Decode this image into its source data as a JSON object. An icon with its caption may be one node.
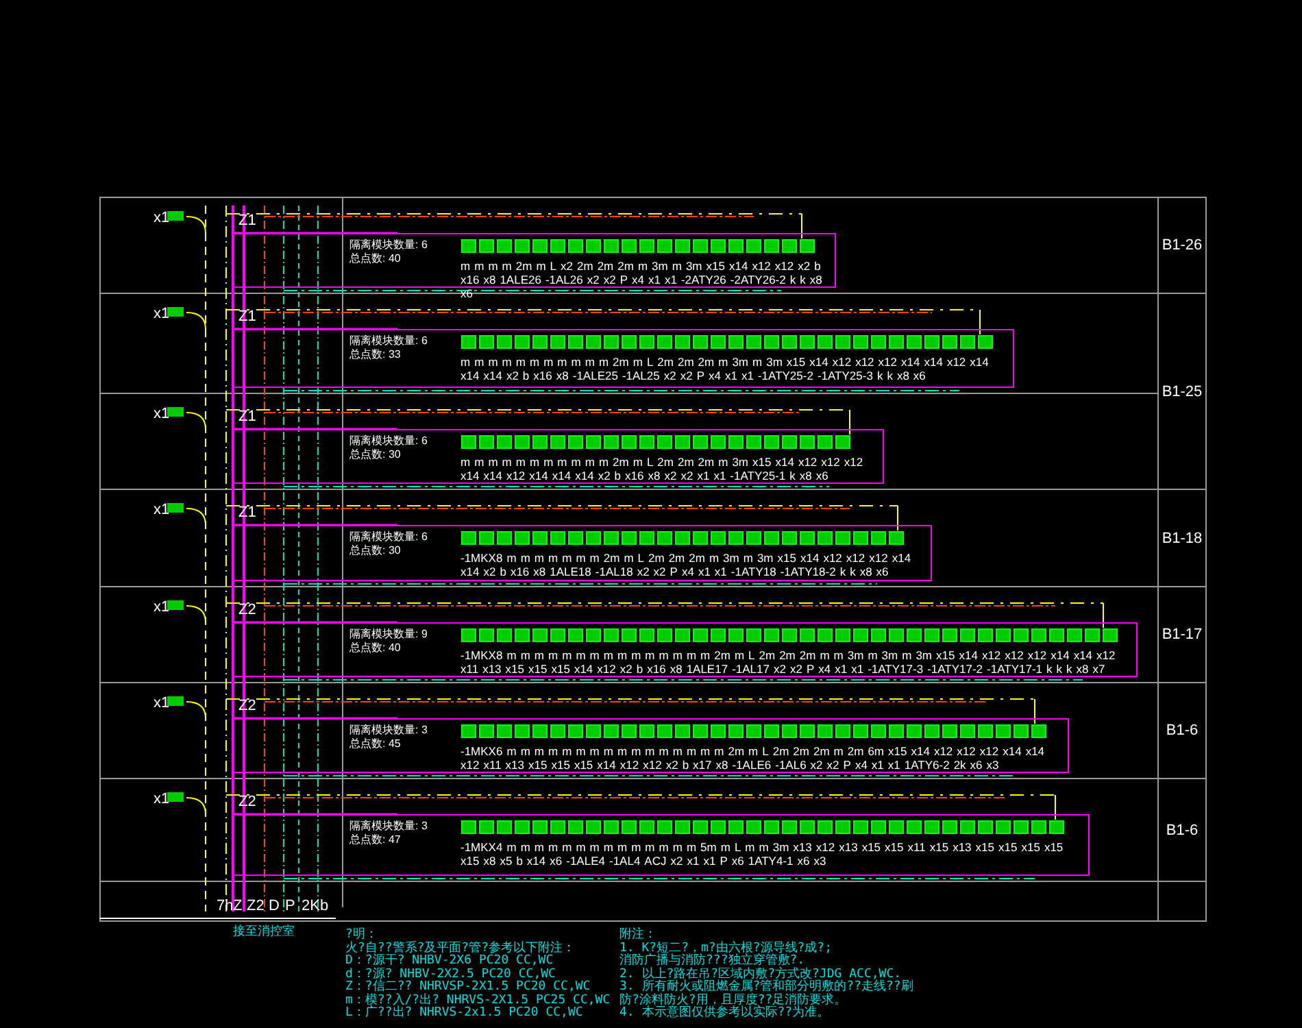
{
  "diagram": {
    "nodes": [
      {
        "text": [
          "B1-26"
        ]
      },
      {
        "text": [
          "B1-25"
        ]
      },
      {
        "text": [
          "B1-18"
        ]
      },
      {
        "text": [
          "B1-17"
        ]
      },
      {
        "text": [
          "B1-6"
        ]
      },
      {
        "text": [
          "B1-6"
        ]
      },
      {
        "text": [
          "隔离模块数量: 6",
          "总点数: 40",
          "m",
          "m",
          "m",
          "m",
          "2m",
          "m",
          "L",
          "x2",
          "2m",
          "2m",
          "2m",
          "m",
          "3m",
          "m",
          "3m",
          "x15",
          "x14",
          "x12",
          "x12",
          "x2",
          "b",
          "x16",
          "x8",
          "1ALE26",
          "-1AL26",
          "x2",
          "x2",
          "P",
          "x4",
          "x1",
          "x1",
          "-2ATY26",
          "-2ATY26-2",
          "k",
          "k",
          "x8",
          "x6"
        ]
      },
      {
        "text": [
          "隔离模块数量: 6",
          "总点数: 33",
          "m",
          "m",
          "m",
          "m",
          "m",
          "m",
          "m",
          "m",
          "m",
          "m",
          "m",
          "2m",
          "m",
          "L",
          "2m",
          "2m",
          "2m",
          "m",
          "3m",
          "m",
          "3m",
          "x15",
          "x14",
          "x12",
          "x12",
          "x12",
          "x14",
          "x14",
          "x12",
          "x14",
          "x14",
          "x14",
          "x2",
          "b",
          "x16",
          "x8",
          "-1ALE25",
          "-1AL25",
          "x2",
          "x2",
          "P",
          "x4",
          "x1",
          "x1",
          "-1ATY25-2",
          "-1ATY25-3",
          "k",
          "k",
          "x8",
          "x6"
        ]
      },
      {
        "text": [
          "隔离模块数量: 6",
          "总点数: 30",
          "m",
          "m",
          "m",
          "m",
          "m",
          "m",
          "m",
          "m",
          "m",
          "m",
          "m",
          "2m",
          "m",
          "L",
          "2m",
          "2m",
          "2m",
          "m",
          "3m",
          "x15",
          "x14",
          "x12",
          "x12",
          "x12",
          "x14",
          "x14",
          "x12",
          "x14",
          "x14",
          "x14",
          "x2",
          "b",
          "x16",
          "x8",
          "x2",
          "x2",
          "x1",
          "x1",
          "-1ATY25-1",
          "k",
          "x8",
          "x6"
        ]
      },
      {
        "text": [
          "隔离模块数量: 6",
          "总点数: 30",
          "-1MKX8",
          "m",
          "m",
          "m",
          "m",
          "m",
          "m",
          "m",
          "2m",
          "m",
          "L",
          "2m",
          "2m",
          "2m",
          "m",
          "3m",
          "m",
          "3m",
          "x15",
          "x14",
          "x12",
          "x12",
          "x12",
          "x14",
          "x14",
          "x2",
          "b",
          "x16",
          "x8",
          "1ALE18",
          "-1AL18",
          "x2",
          "x2",
          "P",
          "x4",
          "x1",
          "x1",
          "-1ATY18",
          "-1ATY18-2",
          "k",
          "k",
          "x8",
          "x6"
        ]
      },
      {
        "text": [
          "隔离模块数量: 9",
          "总点数: 40",
          "-1MKX8",
          "m",
          "m",
          "m",
          "m",
          "m",
          "m",
          "m",
          "m",
          "m",
          "m",
          "m",
          "m",
          "m",
          "m",
          "m",
          "2m",
          "m",
          "L",
          "2m",
          "2m",
          "2m",
          "m",
          "m",
          "3m",
          "m",
          "3m",
          "m",
          "3m",
          "x15",
          "x14",
          "x12",
          "x12",
          "x12",
          "x14",
          "x14",
          "x12",
          "x11",
          "x13",
          "x15",
          "x15",
          "x15",
          "x14",
          "x12",
          "x2",
          "b",
          "x16",
          "x8",
          "1ALE17",
          "-1AL17",
          "x2",
          "x2",
          "P",
          "x4",
          "x1",
          "x1",
          "-1ATY17-3",
          "-1ATY17-2",
          "-1ATY17-1",
          "k",
          "k",
          "k",
          "x8",
          "x7"
        ]
      },
      {
        "text": [
          "隔离模块数量: 3",
          "总点数: 45",
          "-1MKX6",
          "m",
          "m",
          "m",
          "m",
          "m",
          "m",
          "m",
          "m",
          "m",
          "m",
          "m",
          "m",
          "m",
          "m",
          "m",
          "m",
          "2m",
          "m",
          "L",
          "2m",
          "2m",
          "2m",
          "m",
          "2m",
          "6m",
          "x15",
          "x14",
          "x12",
          "x12",
          "x12",
          "x14",
          "x14",
          "x12",
          "x11",
          "x13",
          "x15",
          "x15",
          "x15",
          "x14",
          "x12",
          "x12",
          "x2",
          "b",
          "x17",
          "x8",
          "-1ALE6",
          "-1AL6",
          "x2",
          "x2",
          "P",
          "x4",
          "x1",
          "x1",
          "1ATY6-2",
          "2k",
          "x6",
          "x3"
        ]
      },
      {
        "text": [
          "隔离模块数量: 3",
          "总点数: 47",
          "-1MKX4",
          "m",
          "m",
          "m",
          "m",
          "m",
          "m",
          "m",
          "m",
          "m",
          "m",
          "m",
          "m",
          "m",
          "m",
          "5m",
          "m",
          "L",
          "m",
          "m",
          "3m",
          "x13",
          "x12",
          "x13",
          "x15",
          "x15",
          "x11",
          "x15",
          "x13",
          "x15",
          "x15",
          "x15",
          "x15",
          "x15",
          "x8",
          "x5",
          "b",
          "x14",
          "x6",
          "-1ALE4",
          "-1AL4",
          "ACJ",
          "x2",
          "x1",
          "x1",
          "P",
          "x6",
          "1ATY4-1",
          "x6",
          "x3"
        ]
      }
    ],
    "labels": [
      "x1",
      "Z1",
      "x1",
      "Z1",
      "x1",
      "Z1",
      "x1",
      "Z1",
      "x1",
      "Z2",
      "x1",
      "Z2",
      "x1",
      "Z2",
      "7h",
      "Z",
      "Z2",
      "D",
      "P",
      "2Kb",
      "接至消控室",
      "?明：",
      "火?自??警系?及平面?管?参考以下附注：",
      "D：?源干?  NHBV-2X6 PC20 CC,WC",
      "d：?源?  NHBV-2X2.5 PC20 CC,WC",
      "Z：?信二??  NHRVSP-2X1.5 PC20 CC,WC",
      "m：模??入/?出?  NHRVS-2X1.5 PC25 CC,WC",
      "L：广??出?  NHRVS-2x1.5 PC20 CC,WC",
      "附注：",
      "1. K?短二?，m?由六根?源导线?成?;",
      "消防广播与消防???独立穿管敷?.",
      "2. 以上?路在吊?区域内敷?方式改?JDG ACC,WC.",
      "3. 所有耐火或阻燃金属?管和部分明敷的??走线??刷",
      "防?涂料防火?用，且厚度??足消防要求。",
      "4. 本示意图仅供参考以实际??为准。"
    ]
  }
}
